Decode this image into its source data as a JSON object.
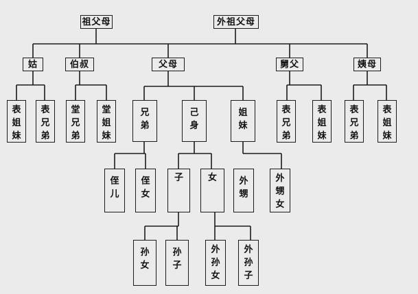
{
  "diagram": {
    "nodes": [
      {
        "id": "grandparents",
        "label": "祖父母"
      },
      {
        "id": "maternal-grandparents",
        "label": "外祖父母"
      },
      {
        "id": "aunt",
        "label": "姑"
      },
      {
        "id": "uncle",
        "label": "伯叔"
      },
      {
        "id": "parents",
        "label": "父母"
      },
      {
        "id": "maternal-uncle",
        "label": "舅父"
      },
      {
        "id": "maternal-aunt",
        "label": "姨母"
      },
      {
        "id": "cousin-f-sisters",
        "label": "表姐妹"
      },
      {
        "id": "cousin-f-brothers",
        "label": "表兄弟"
      },
      {
        "id": "cousin-p-brothers",
        "label": "堂兄弟"
      },
      {
        "id": "cousin-p-sisters",
        "label": "堂姐妹"
      },
      {
        "id": "brothers",
        "label": "兄弟"
      },
      {
        "id": "self",
        "label": "己身"
      },
      {
        "id": "sisters",
        "label": "姐妹"
      },
      {
        "id": "cousin-mu-brothers",
        "label": "表兄弟"
      },
      {
        "id": "cousin-mu-sisters",
        "label": "表姐妹"
      },
      {
        "id": "cousin-ma-brothers",
        "label": "表兄弟"
      },
      {
        "id": "cousin-ma-sisters",
        "label": "表姐妹"
      },
      {
        "id": "nephew",
        "label": "侄儿"
      },
      {
        "id": "niece",
        "label": "侄女"
      },
      {
        "id": "son",
        "label": "子"
      },
      {
        "id": "daughter",
        "label": "女"
      },
      {
        "id": "sister-son",
        "label": "外甥"
      },
      {
        "id": "sister-daughter",
        "label": "外甥女"
      },
      {
        "id": "granddaughter",
        "label": "孙女"
      },
      {
        "id": "grandson",
        "label": "孙子"
      },
      {
        "id": "ext-granddaughter",
        "label": "外孙女"
      },
      {
        "id": "ext-grandson",
        "label": "外孙子"
      }
    ]
  }
}
